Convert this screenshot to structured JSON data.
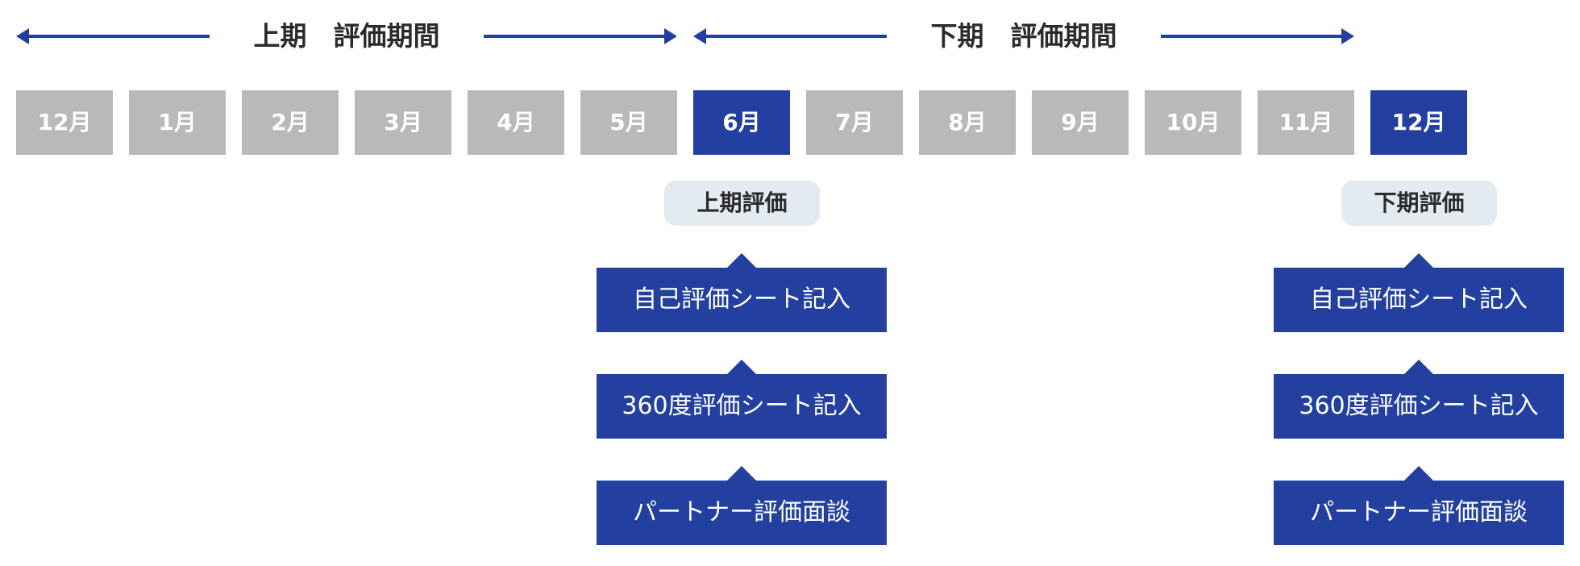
{
  "periods": {
    "first": {
      "label": "上期　評価期間"
    },
    "second": {
      "label": "下期　評価期間"
    }
  },
  "months": [
    "12月",
    "1月",
    "2月",
    "3月",
    "4月",
    "5月",
    "6月",
    "7月",
    "8月",
    "9月",
    "10月",
    "11月",
    "12月"
  ],
  "active_month_indices": [
    6,
    12
  ],
  "evaluations": {
    "first": {
      "badge": "上期評価",
      "steps": [
        "自己評価シート記入",
        "360度評価シート記入",
        "パートナー評価面談"
      ]
    },
    "second": {
      "badge": "下期評価",
      "steps": [
        "自己評価シート記入",
        "360度評価シート記入",
        "パートナー評価面談"
      ]
    }
  },
  "colors": {
    "accent": "#2340a0",
    "inactive_month": "#b9b9b9",
    "badge_bg": "#e3ebf0",
    "text_dark": "#2b2b2b"
  }
}
